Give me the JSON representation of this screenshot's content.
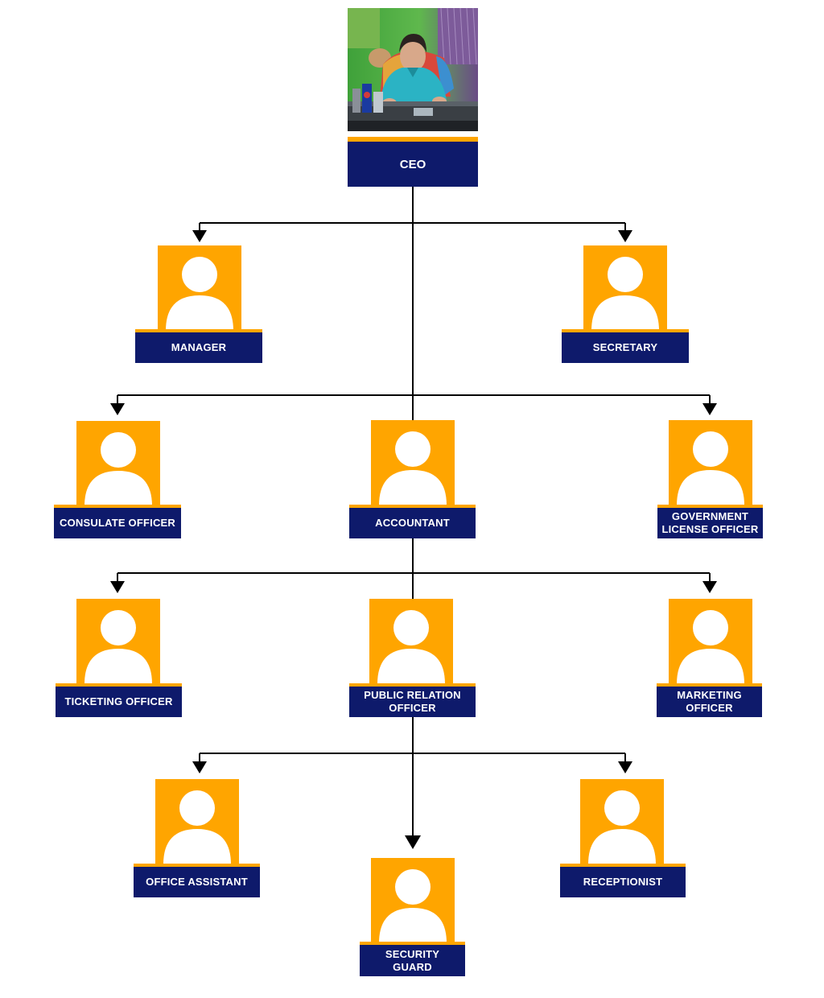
{
  "colors": {
    "card_fill": "#ffa500",
    "label_fill": "#0e1a6b",
    "label_text": "#ffffff",
    "connector": "#000000",
    "avatar": "#ffffff"
  },
  "icons": {
    "person": "person-silhouette-icon",
    "arrow": "arrow-down-icon",
    "photo": "ceo-photo"
  },
  "ceo": {
    "label": "CEO"
  },
  "roles": {
    "manager": "MANAGER",
    "secretary": "SECRETARY",
    "consulate_officer": "CONSULATE OFFICER",
    "accountant": "ACCOUNTANT",
    "government_license_officer": [
      "GOVERNMENT",
      "LICENSE OFFICER"
    ],
    "ticketing_officer": "TICKETING OFFICER",
    "public_relation_officer": [
      "PUBLIC RELATION",
      "OFFICER"
    ],
    "marketing_officer": [
      "MARKETING",
      "OFFICER"
    ],
    "office_assistant": "OFFICE ASSISTANT",
    "security_guard": [
      "SECURITY",
      "GUARD"
    ],
    "receptionist": "RECEPTIONIST"
  }
}
